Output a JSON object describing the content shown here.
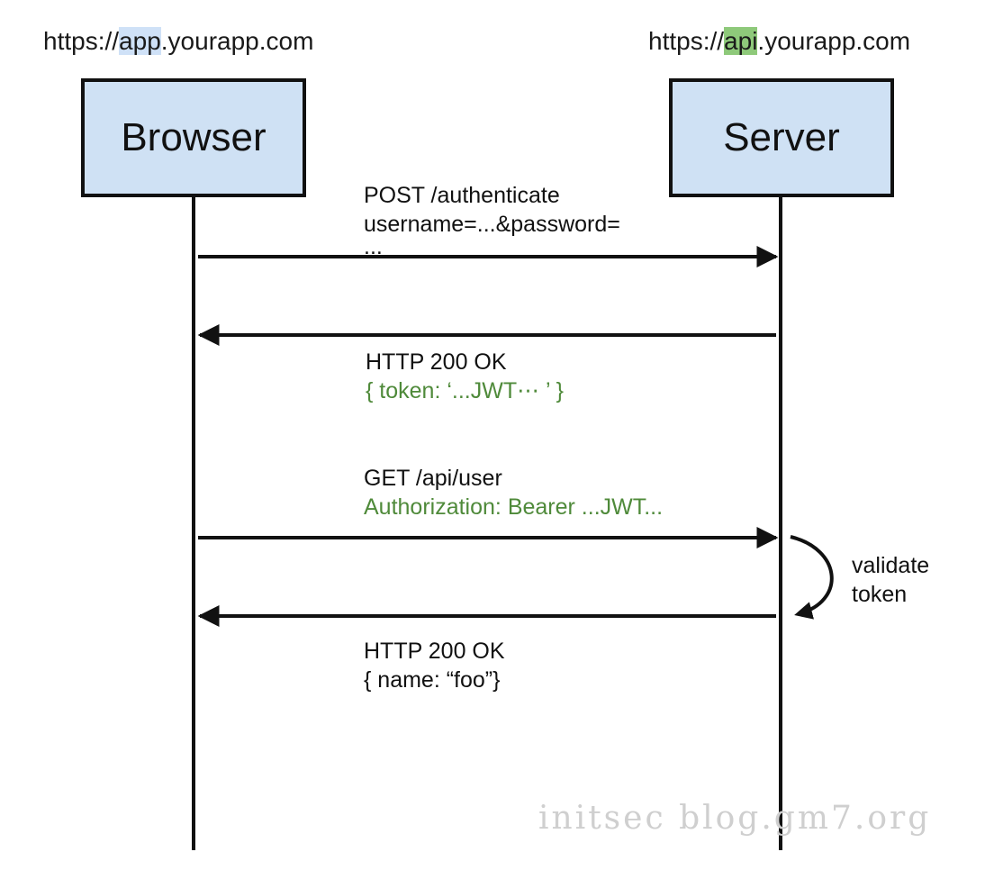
{
  "browser": {
    "url_prefix": "https://",
    "url_highlight": "app",
    "url_suffix": ".yourapp.com",
    "label": "Browser",
    "highlight_color": "#cfe1f7"
  },
  "server": {
    "url_prefix": "https://",
    "url_highlight": "api",
    "url_suffix": ".yourapp.com",
    "label": "Server",
    "highlight_color": "#8ec97a"
  },
  "messages": [
    {
      "direction": "right",
      "line1": "POST /authenticate",
      "line2": "username=...&password=",
      "line3": "..."
    },
    {
      "direction": "left",
      "line1": "HTTP 200 OK",
      "line2": "{ token: ‘...JWT⋯ ’ }"
    },
    {
      "direction": "right",
      "line1": "GET /api/user",
      "line2": "Authorization: Bearer ...JWT..."
    },
    {
      "direction": "left",
      "line1": "HTTP 200 OK",
      "line2": "{ name: “foo”}"
    }
  ],
  "self_action": {
    "line1": "validate",
    "line2": "token"
  },
  "watermark": "initsec blog.gm7.org",
  "colors": {
    "actor_fill": "#cfe1f4",
    "annotation_green": "#4f8a3a",
    "line": "#111111"
  }
}
